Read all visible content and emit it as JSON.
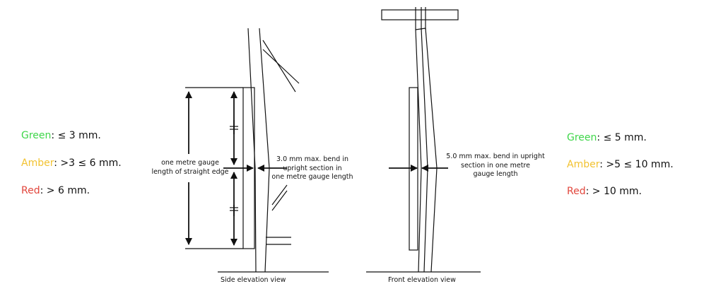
{
  "left_thresholds": {
    "green": {
      "label": "Green",
      "value": ": ≤ 3 mm."
    },
    "amber": {
      "label": "Amber",
      "value": ": >3 ≤ 6 mm."
    },
    "red": {
      "label": "Red",
      "value": ": > 6 mm."
    }
  },
  "right_thresholds": {
    "green": {
      "label": "Green",
      "value": ": ≤ 5 mm."
    },
    "amber": {
      "label": "Amber",
      "value": ": >5 ≤ 10 mm."
    },
    "red": {
      "label": "Red",
      "value": ": > 10 mm."
    }
  },
  "side_view": {
    "gauge_note": [
      "one metre gauge",
      "length of straight edge"
    ],
    "bend_note": [
      "3.0 mm max. bend in",
      "upright section in",
      "one metre gauge length"
    ],
    "caption": "Side elevation view"
  },
  "front_view": {
    "bend_note": [
      "5.0 mm max. bend in upright",
      "section in one metre",
      "gauge length"
    ],
    "caption": "Front elevation view"
  },
  "colors": {
    "green": "#3fd64a",
    "amber": "#f2c230",
    "red": "#e2463c",
    "line": "#111111"
  }
}
